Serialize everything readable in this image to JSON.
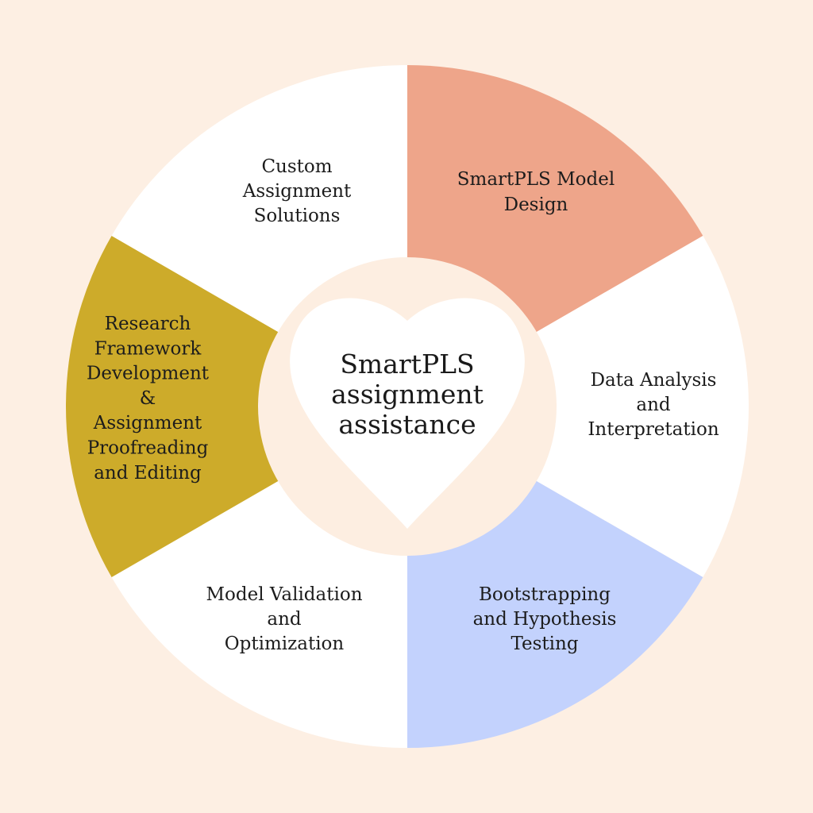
{
  "colors": {
    "background": "#fdefe3",
    "inner_circle": "#fdeee1",
    "heart": "#ffffff",
    "white_segment": "#ffffff",
    "salmon_segment": "#eea58a",
    "blue_segment": "#c3d2fd",
    "mustard_segment": "#cdab2a",
    "text": "#1c1c1c"
  },
  "center": {
    "lines": [
      "SmartPLS",
      "assignment",
      "assistance"
    ]
  },
  "segments": [
    {
      "name": "segment-smartpls-model-design",
      "color": "#eea58a",
      "lines": [
        "SmartPLS Model",
        "Design"
      ]
    },
    {
      "name": "segment-data-analysis",
      "color": "#ffffff",
      "lines": [
        "Data Analysis",
        "and",
        "Interpretation"
      ]
    },
    {
      "name": "segment-bootstrapping",
      "color": "#c3d2fd",
      "lines": [
        "Bootstrapping",
        "and Hypothesis",
        "Testing"
      ]
    },
    {
      "name": "segment-model-validation",
      "color": "#ffffff",
      "lines": [
        "Model Validation",
        "and",
        "Optimization"
      ]
    },
    {
      "name": "segment-research-framework",
      "color": "#cdab2a",
      "lines": [
        "Research",
        "Framework",
        "Development",
        "&",
        "Assignment",
        "Proofreading",
        "and Editing"
      ]
    },
    {
      "name": "segment-custom-assignment",
      "color": "#ffffff",
      "lines": [
        "Custom",
        "Assignment",
        "Solutions"
      ]
    }
  ]
}
